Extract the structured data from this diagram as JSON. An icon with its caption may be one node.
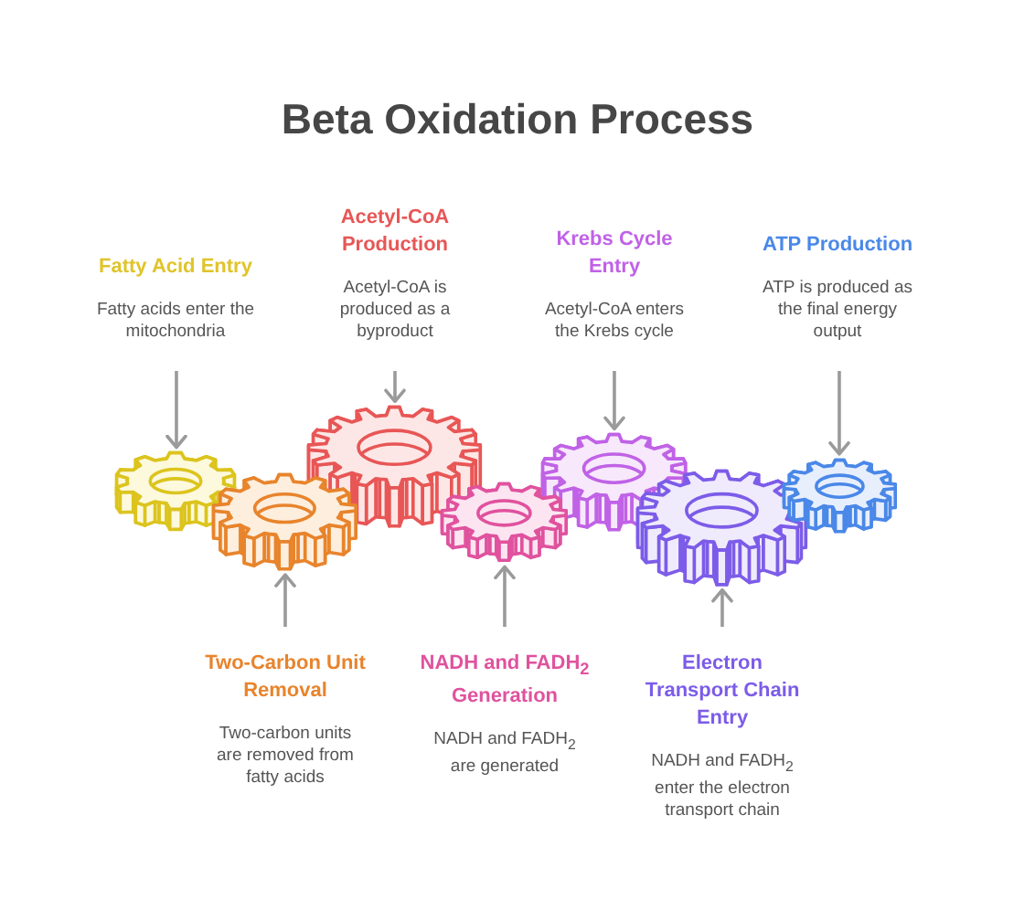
{
  "diagram": {
    "title": "Beta Oxidation Process",
    "nodes": [
      {
        "text": [
          "Fatty Acid Entry",
          "Fatty acids enter the mitochondria"
        ]
      },
      {
        "text": [
          "Acetyl-CoA Production",
          "Acetyl-CoA is produced as a byproduct"
        ]
      },
      {
        "text": [
          "Krebs Cycle Entry",
          "Acetyl-CoA enters the Krebs cycle"
        ]
      },
      {
        "text": [
          "ATP Production",
          "ATP is produced as the final energy output"
        ]
      },
      {
        "text": [],
        "shape": "gear"
      },
      {
        "text": [],
        "shape": "gear"
      },
      {
        "text": [],
        "shape": "gear"
      },
      {
        "text": [],
        "shape": "gear"
      },
      {
        "text": [],
        "shape": "gear"
      },
      {
        "text": [],
        "shape": "gear"
      },
      {
        "text": [],
        "shape": "gear"
      },
      {
        "text": [
          "Two-Carbon Unit Removal",
          "Two-carbon units are removed from fatty acids"
        ]
      },
      {
        "text": [
          "NADH and FADH$_{2}$ Generation",
          "NADH and FADH$_{2}$ are generated"
        ]
      },
      {
        "text": [
          "Electron Transport Chain Entry",
          "NADH and FADH$_{2}$ enter the electron transport chain"
        ]
      }
    ],
    "edges": [
      {
        "from": 0,
        "to": 4,
        "arrow": "to"
      },
      {
        "from": 1,
        "to": 6,
        "arrow": "to"
      },
      {
        "from": 2,
        "to": 8,
        "arrow": "to"
      },
      {
        "from": 3,
        "to": 10,
        "arrow": "to"
      },
      {
        "from": 11,
        "to": 5,
        "arrow": "to"
      },
      {
        "from": 12,
        "to": 7,
        "arrow": "to"
      },
      {
        "from": 13,
        "to": 9,
        "arrow": "to"
      }
    ]
  }
}
